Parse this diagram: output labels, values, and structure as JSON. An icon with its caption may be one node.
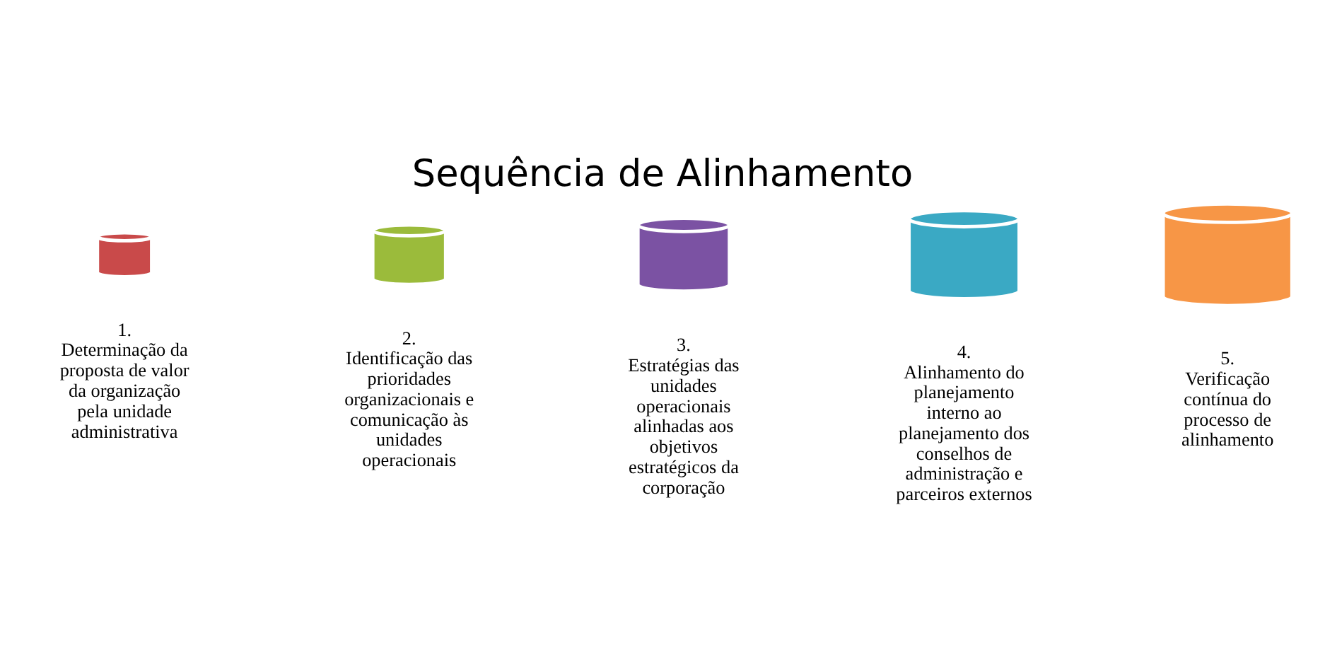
{
  "diagram": {
    "title": "Sequência de Alinhamento",
    "nodes": [
      {
        "text": [],
        "shape": "cylinder",
        "beside": [
          "1.",
          "Determinação da proposta de valor da organização pela unidade administrativa"
        ]
      },
      {
        "text": [],
        "shape": "cylinder",
        "beside": [
          "2.",
          "Identificação das prioridades organizacionais e comunicação às unidades operacionais"
        ]
      },
      {
        "text": [],
        "shape": "cylinder",
        "beside": [
          "3.",
          "Estratégias das unidades operacionais alinhadas aos objetivos estratégicos da corporação"
        ]
      },
      {
        "text": [],
        "shape": "cylinder",
        "beside": [
          "4.",
          "Alinhamento do planejamento interno ao planejamento dos conselhos de administração e parceiros externos"
        ]
      },
      {
        "text": [],
        "shape": "cylinder",
        "beside": [
          "5.",
          "Verificação contínua do processo de alinhamento"
        ]
      }
    ],
    "edges": []
  }
}
